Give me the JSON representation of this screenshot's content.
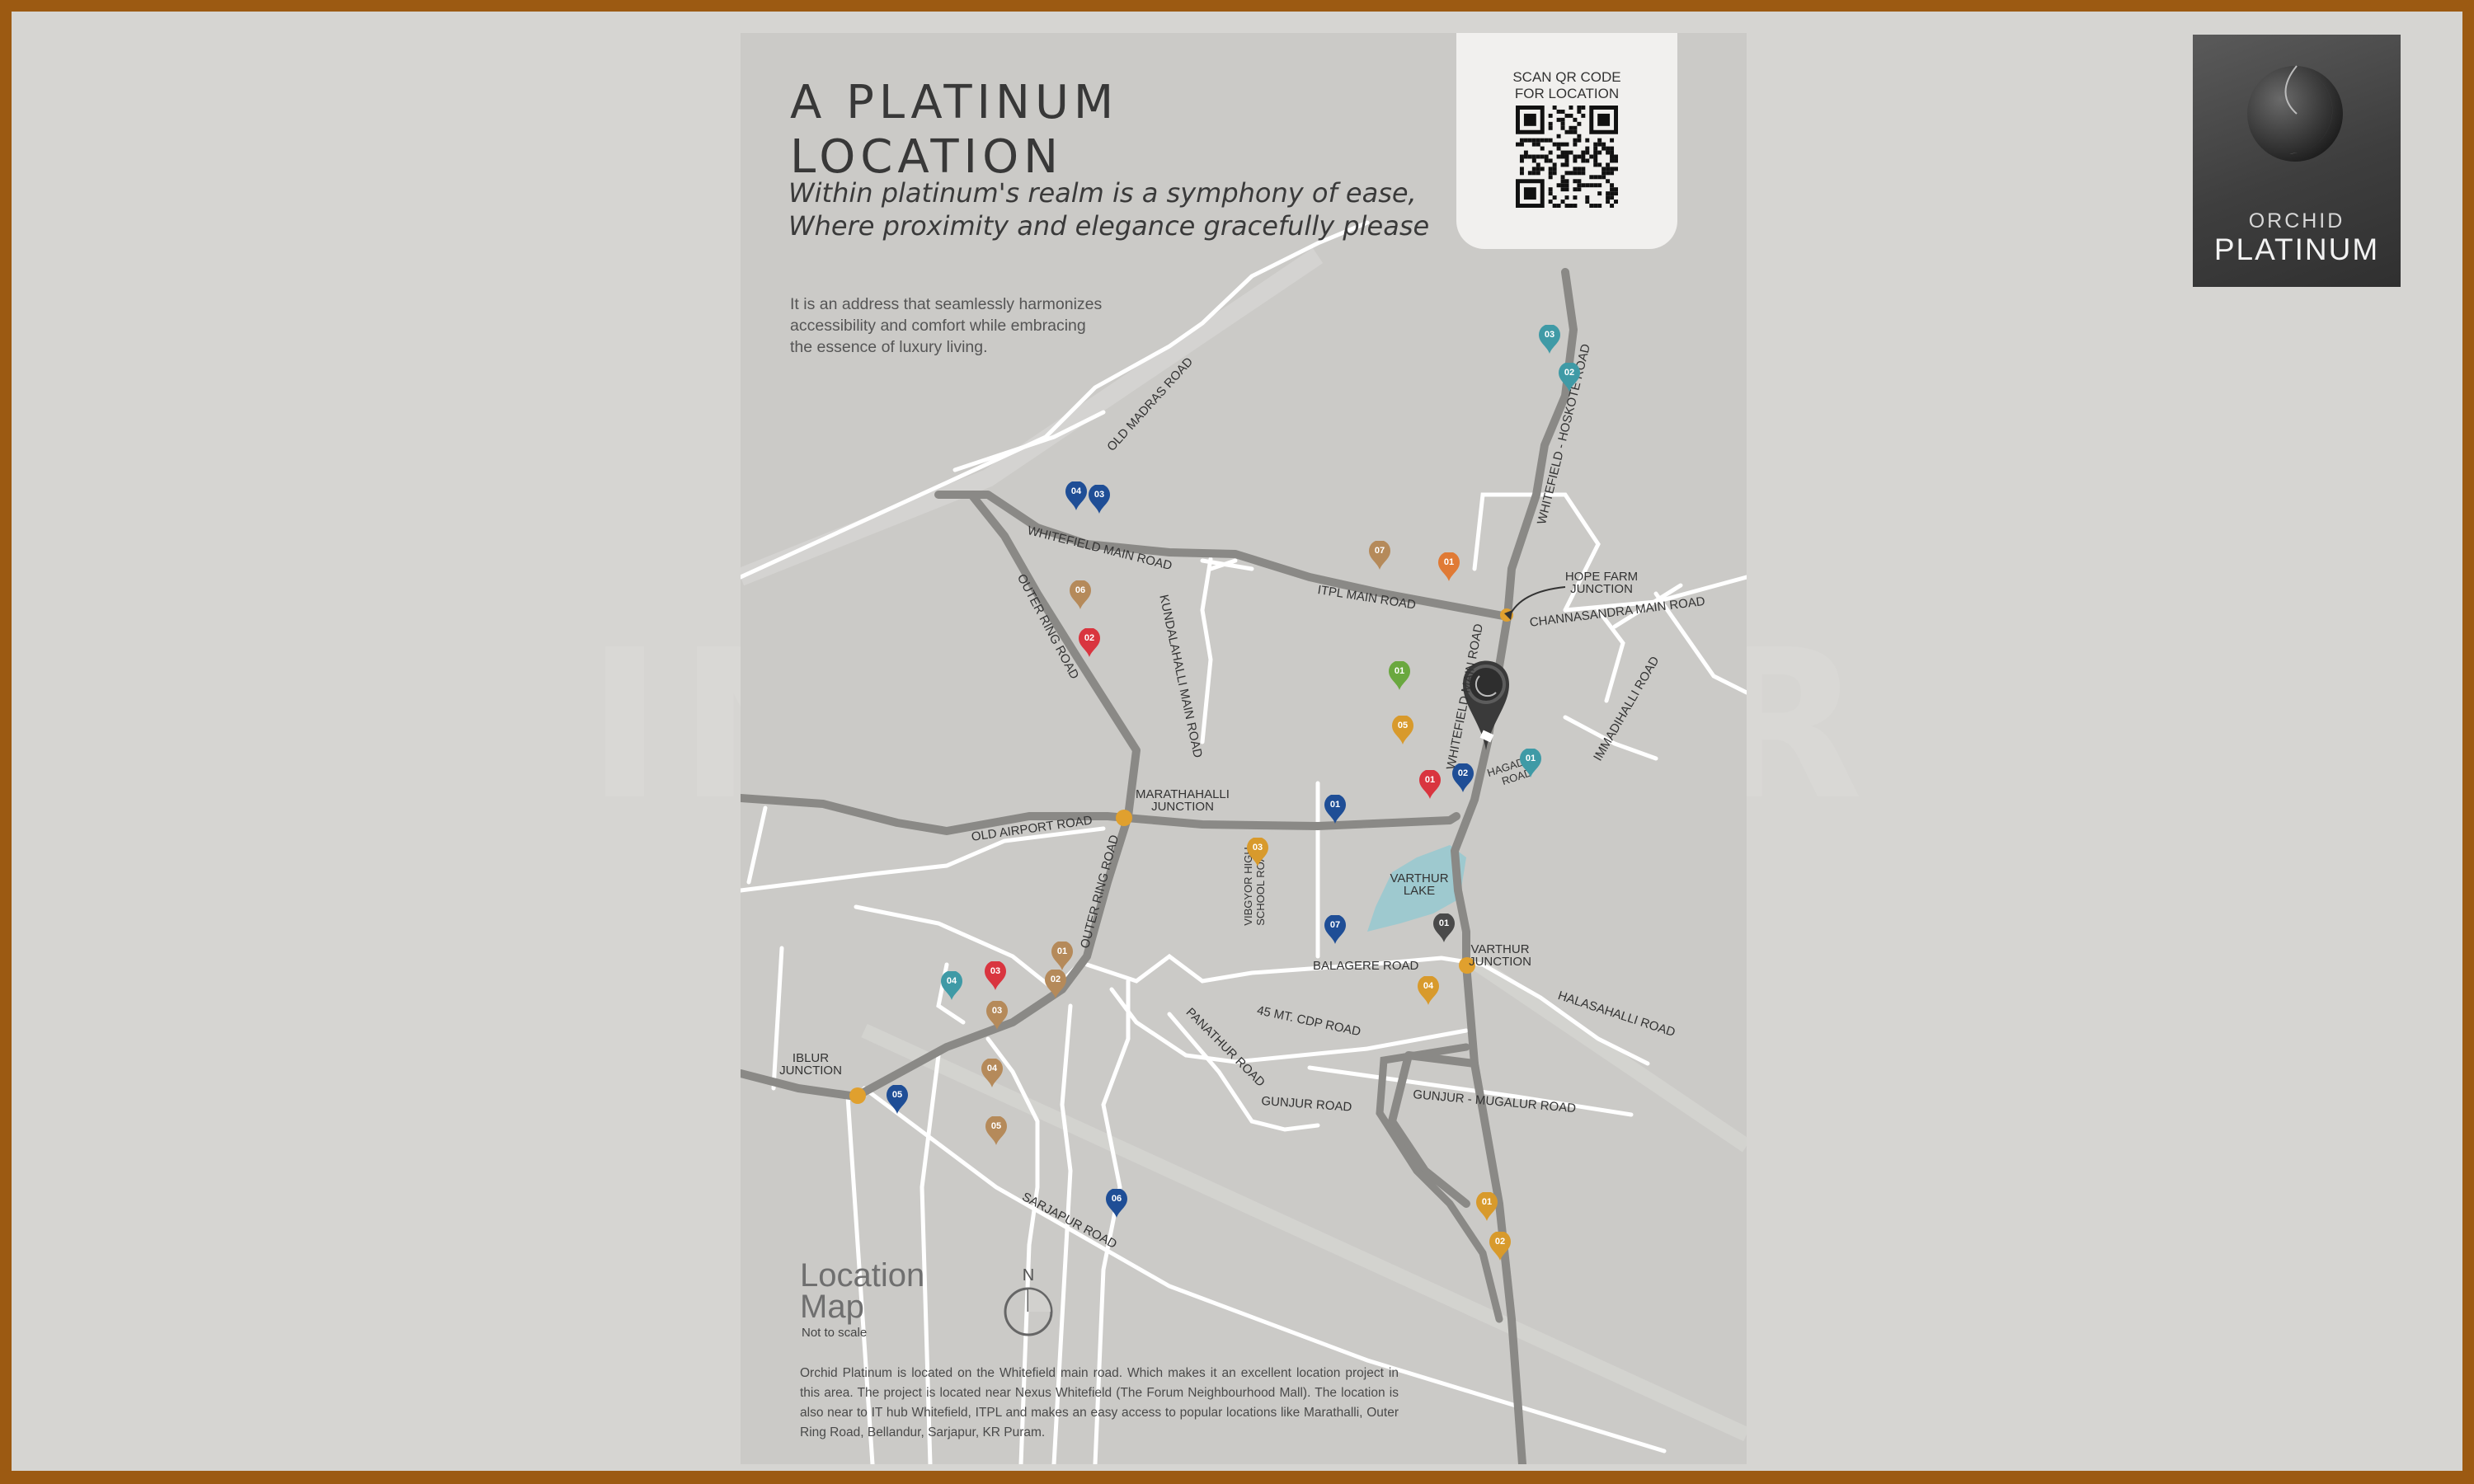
{
  "title": "A PLATINUM\nLOCATION",
  "subtitle": "Within platinum's realm is a symphony of ease,\nWhere proximity and elegance gracefully please",
  "intro": "It is an address that seamlessly harmonizes accessibility and comfort while embracing the essence of luxury living.",
  "qr": {
    "text": "SCAN QR CODE\nFOR LOCATION",
    "icon": "qr-code-icon"
  },
  "watermark": "INVESTOR MART",
  "brand": {
    "name_top": "ORCHID",
    "name_bottom": "PLATINUM",
    "icon": "orchid-moon-emblem-icon"
  },
  "colors": {
    "frame": "#9c5a12",
    "map_bg": "#cbcac7",
    "major_road": "#8a8986",
    "minor_road": "#ffffff",
    "lake": "#9ec9cf",
    "junction": "#e0a02e",
    "project_marker": "#3a3a3a"
  },
  "roads": {
    "old_madras_road": "OLD MADRAS ROAD",
    "whitefield_hoskote_road": "WHITEFIELD - HOSKOTE ROAD",
    "whitefield_main_road_top": "WHITEFIELD MAIN ROAD",
    "outer_ring_road_top": "OUTER RING ROAD",
    "itpl_main_road": "ITPL MAIN ROAD",
    "channasandra_main_road": "CHANNASANDRA MAIN ROAD",
    "kundalahalli_main_road": "KUNDALAHALLI MAIN ROAD",
    "immadihalli_road": "IMMADIHALLI ROAD",
    "whitefield_main_road": "WHITEFIELD MAIN ROAD",
    "hagadur_road": "HAGADUR\nROAD",
    "old_airport_road": "OLD AIRPORT ROAD",
    "outer_ring_road_bottom": "OUTER RING ROAD",
    "vibgyor_high_school_road": "VIBGYOR HIGH\nSCHOOL ROAD",
    "balagere_road": "BALAGERE ROAD",
    "halasahalli_road": "HALASAHALLI ROAD",
    "cdp_road": "45 MT. CDP ROAD",
    "panathur_road": "PANATHUR ROAD",
    "gunjur_road": "GUNJUR ROAD",
    "gunjur_mugalur_road": "GUNJUR - MUGALUR ROAD",
    "sarjapur_road": "SARJAPUR ROAD"
  },
  "junctions": {
    "hope_farm": "HOPE FARM\nJUNCTION",
    "marathahalli": "MARATHAHALLI\nJUNCTION",
    "varthur": "VARTHUR\nJUNCTION",
    "iblur": "IBLUR\nJUNCTION",
    "varthur_lake": "VARTHUR\nLAKE"
  },
  "markers": [
    {
      "id": "teal-03",
      "label": "03",
      "color": "#3f9aa6"
    },
    {
      "id": "teal-02",
      "label": "02",
      "color": "#3f9aa6"
    },
    {
      "id": "navy-04",
      "label": "04",
      "color": "#1f4e96"
    },
    {
      "id": "navy-03",
      "label": "03",
      "color": "#1f4e96"
    },
    {
      "id": "tan-07",
      "label": "07",
      "color": "#b58a5a"
    },
    {
      "id": "orange-01",
      "label": "01",
      "color": "#e07a35"
    },
    {
      "id": "tan-06",
      "label": "06",
      "color": "#b58a5a"
    },
    {
      "id": "red-02",
      "label": "02",
      "color": "#d9353f"
    },
    {
      "id": "green-01",
      "label": "01",
      "color": "#6aa83f"
    },
    {
      "id": "mustard-05",
      "label": "05",
      "color": "#d89a2c"
    },
    {
      "id": "red-01",
      "label": "01",
      "color": "#d9353f"
    },
    {
      "id": "navy-02",
      "label": "02",
      "color": "#1f4e96"
    },
    {
      "id": "teal-01",
      "label": "01",
      "color": "#3f9aa6"
    },
    {
      "id": "navy-01",
      "label": "01",
      "color": "#1f4e96"
    },
    {
      "id": "mustard-03",
      "label": "03",
      "color": "#d89a2c"
    },
    {
      "id": "navy-07",
      "label": "07",
      "color": "#1f4e96"
    },
    {
      "id": "gray-01",
      "label": "01",
      "color": "#4a4a4a"
    },
    {
      "id": "mustard-04",
      "label": "04",
      "color": "#d89a2c"
    },
    {
      "id": "tan-01",
      "label": "01",
      "color": "#b58a5a"
    },
    {
      "id": "tan-02",
      "label": "02",
      "color": "#b58a5a"
    },
    {
      "id": "red-03",
      "label": "03",
      "color": "#d9353f"
    },
    {
      "id": "teal-04",
      "label": "04",
      "color": "#3f9aa6"
    },
    {
      "id": "tan-03",
      "label": "03",
      "color": "#b58a5a"
    },
    {
      "id": "tan-04",
      "label": "04",
      "color": "#b58a5a"
    },
    {
      "id": "navy-05",
      "label": "05",
      "color": "#1f4e96"
    },
    {
      "id": "tan-05",
      "label": "05",
      "color": "#b58a5a"
    },
    {
      "id": "navy-06",
      "label": "06",
      "color": "#1f4e96"
    },
    {
      "id": "mustard-01",
      "label": "01",
      "color": "#d89a2c"
    },
    {
      "id": "mustard-02",
      "label": "02",
      "color": "#d89a2c"
    }
  ],
  "legend": {
    "title": "Location\nMap",
    "note": "Not to scale",
    "north": "N",
    "compass_icon": "north-compass-icon"
  },
  "description": "Orchid Platinum is located on the Whitefield main road. Which makes it an excellent location project in this area. The project is located near Nexus Whitefield (The Forum Neighbourhood Mall). The location is also near to IT hub Whitefield, ITPL and makes an easy access to popular locations like Marathalli, Outer Ring Road, Bellandur, Sarjapur, KR Puram."
}
